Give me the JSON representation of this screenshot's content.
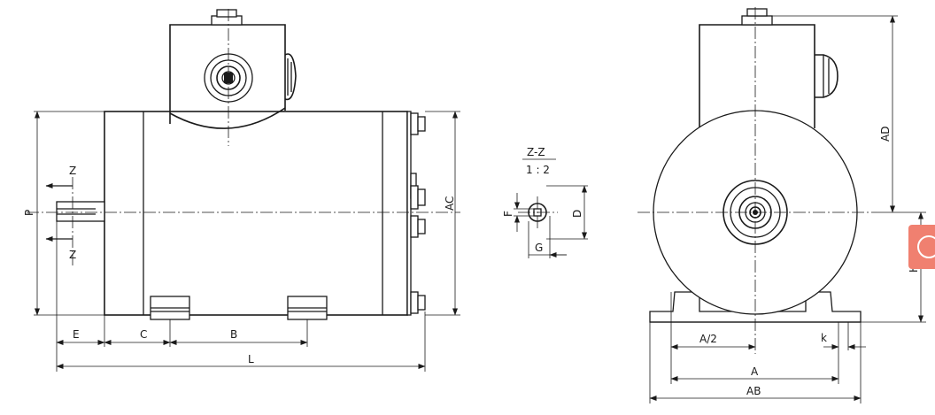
{
  "labels": {
    "z_top": "Z",
    "z_bottom": "Z",
    "p": "P",
    "e": "E",
    "c": "C",
    "b": "B",
    "l": "L",
    "ac": "AC",
    "section_title": "Z-Z",
    "section_scale": "1 : 2",
    "f": "F",
    "d": "D",
    "g": "G",
    "ad": "AD",
    "h": "H",
    "a_half": "A/2",
    "k": "k",
    "a": "A",
    "ab": "AB"
  },
  "colors": {
    "line": "#1a1a1a",
    "badge": "#f08070"
  }
}
